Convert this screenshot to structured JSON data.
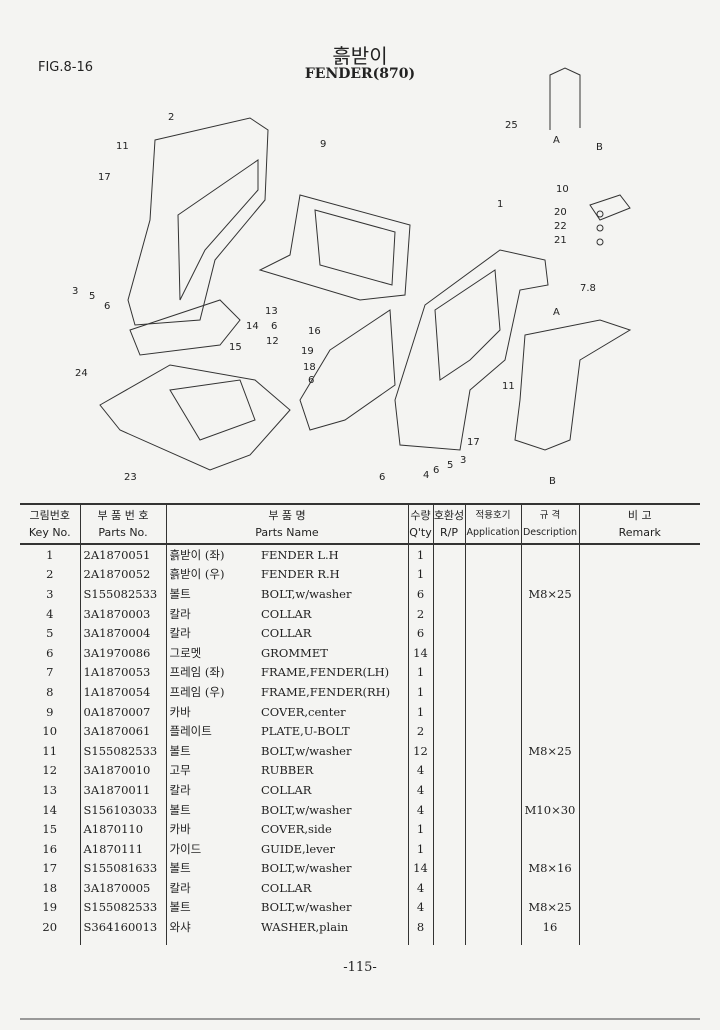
{
  "figure_label": "FIG.8-16",
  "title_kr": "흙받이",
  "title_en": "FENDER(870)",
  "callouts": [
    "2",
    "11",
    "9",
    "17",
    "3",
    "5",
    "6",
    "13",
    "14",
    "6",
    "16",
    "12",
    "15",
    "19",
    "18",
    "6",
    "24",
    "23",
    "1",
    "25",
    "A",
    "B",
    "10",
    "20",
    "22",
    "21",
    "7.8",
    "A",
    "11",
    "17",
    "3",
    "5",
    "6",
    "4",
    "6",
    "B"
  ],
  "table": {
    "headers": {
      "key_kr": "그림번호",
      "key_en": "Key No.",
      "part_kr": "부 품 번 호",
      "part_en": "Parts No.",
      "name_kr": "부 품 명",
      "name_en": "Parts Name",
      "qty_kr": "수량",
      "qty_en": "Q'ty",
      "rp_kr": "호환성",
      "rp_en": "R/P",
      "app_kr": "적용호기",
      "app_en": "Application",
      "desc_kr": "규 격",
      "desc_en": "Description",
      "remark_kr": "비 고",
      "remark_en": "Remark"
    },
    "rows": [
      {
        "key": "1",
        "part": "2A1870051",
        "kr": "흙받이 (좌)",
        "en": "FENDER L.H",
        "qty": "1",
        "desc": ""
      },
      {
        "key": "2",
        "part": "2A1870052",
        "kr": "흙받이 (우)",
        "en": "FENDER R.H",
        "qty": "1",
        "desc": ""
      },
      {
        "key": "3",
        "part": "S155082533",
        "kr": "볼트",
        "en": "BOLT,w/washer",
        "qty": "6",
        "desc": "M8×25"
      },
      {
        "key": "4",
        "part": "3A1870003",
        "kr": "칼라",
        "en": "COLLAR",
        "qty": "2",
        "desc": ""
      },
      {
        "key": "5",
        "part": "3A1870004",
        "kr": "칼라",
        "en": "COLLAR",
        "qty": "6",
        "desc": ""
      },
      {
        "key": "6",
        "part": "3A1970086",
        "kr": "그로멧",
        "en": "GROMMET",
        "qty": "14",
        "desc": ""
      },
      {
        "key": "7",
        "part": "1A1870053",
        "kr": "프레임 (좌)",
        "en": "FRAME,FENDER(LH)",
        "qty": "1",
        "desc": ""
      },
      {
        "key": "8",
        "part": "1A1870054",
        "kr": "프레임 (우)",
        "en": "FRAME,FENDER(RH)",
        "qty": "1",
        "desc": ""
      },
      {
        "key": "9",
        "part": "0A1870007",
        "kr": "카바",
        "en": "COVER,center",
        "qty": "1",
        "desc": ""
      },
      {
        "key": "10",
        "part": "3A1870061",
        "kr": "플레이트",
        "en": "PLATE,U-BOLT",
        "qty": "2",
        "desc": ""
      },
      {
        "key": "11",
        "part": "S155082533",
        "kr": "볼트",
        "en": "BOLT,w/washer",
        "qty": "12",
        "desc": "M8×25"
      },
      {
        "key": "12",
        "part": "3A1870010",
        "kr": "고무",
        "en": "RUBBER",
        "qty": "4",
        "desc": ""
      },
      {
        "key": "13",
        "part": "3A1870011",
        "kr": "칼라",
        "en": "COLLAR",
        "qty": "4",
        "desc": ""
      },
      {
        "key": "14",
        "part": "S156103033",
        "kr": "볼트",
        "en": "BOLT,w/washer",
        "qty": "4",
        "desc": "M10×30"
      },
      {
        "key": "15",
        "part": "A1870110",
        "kr": "카바",
        "en": "COVER,side",
        "qty": "1",
        "desc": ""
      },
      {
        "key": "16",
        "part": "A1870111",
        "kr": "가이드",
        "en": "GUIDE,lever",
        "qty": "1",
        "desc": ""
      },
      {
        "key": "17",
        "part": "S155081633",
        "kr": "볼트",
        "en": "BOLT,w/washer",
        "qty": "14",
        "desc": "M8×16"
      },
      {
        "key": "18",
        "part": "3A1870005",
        "kr": "칼라",
        "en": "COLLAR",
        "qty": "4",
        "desc": ""
      },
      {
        "key": "19",
        "part": "S155082533",
        "kr": "볼트",
        "en": "BOLT,w/washer",
        "qty": "4",
        "desc": "M8×25"
      },
      {
        "key": "20",
        "part": "S364160013",
        "kr": "와샤",
        "en": "WASHER,plain",
        "qty": "8",
        "desc": "16"
      }
    ]
  },
  "page_number": "-115-"
}
